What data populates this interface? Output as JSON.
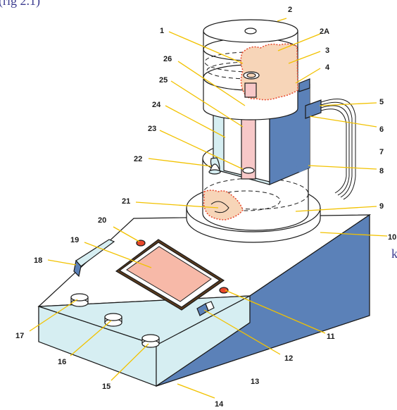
{
  "fragments": {
    "top": "(rig 2.1)",
    "side": "k"
  },
  "colors": {
    "base_front": "#d6eef2",
    "base_side": "#5b81b8",
    "housing": "#5b81b8",
    "display_screen": "#f7b9a8",
    "cutaway_fill": "#f7d5b8",
    "cutaway_edge": "#e8472b",
    "leader_line": "#f2c200",
    "indicator_led": "#e8472b",
    "tube": "#f7c8c8",
    "knob": "#ffffff"
  },
  "callouts": [
    {
      "id": "2",
      "text": "2"
    },
    {
      "id": "1",
      "text": "1"
    },
    {
      "id": "2A",
      "text": "2A"
    },
    {
      "id": "3",
      "text": "3"
    },
    {
      "id": "26",
      "text": "26"
    },
    {
      "id": "4",
      "text": "4"
    },
    {
      "id": "25",
      "text": "25"
    },
    {
      "id": "5",
      "text": "5"
    },
    {
      "id": "24",
      "text": "24"
    },
    {
      "id": "6",
      "text": "6"
    },
    {
      "id": "23",
      "text": "23"
    },
    {
      "id": "7",
      "text": "7"
    },
    {
      "id": "22",
      "text": "22"
    },
    {
      "id": "8",
      "text": "8"
    },
    {
      "id": "21",
      "text": "21"
    },
    {
      "id": "9",
      "text": "9"
    },
    {
      "id": "20",
      "text": "20"
    },
    {
      "id": "10",
      "text": "10"
    },
    {
      "id": "19",
      "text": "19"
    },
    {
      "id": "18",
      "text": "18"
    },
    {
      "id": "11",
      "text": "11"
    },
    {
      "id": "17",
      "text": "17"
    },
    {
      "id": "12",
      "text": "12"
    },
    {
      "id": "16",
      "text": "16"
    },
    {
      "id": "13",
      "text": "13"
    },
    {
      "id": "15",
      "text": "15"
    },
    {
      "id": "14",
      "text": "14"
    }
  ]
}
